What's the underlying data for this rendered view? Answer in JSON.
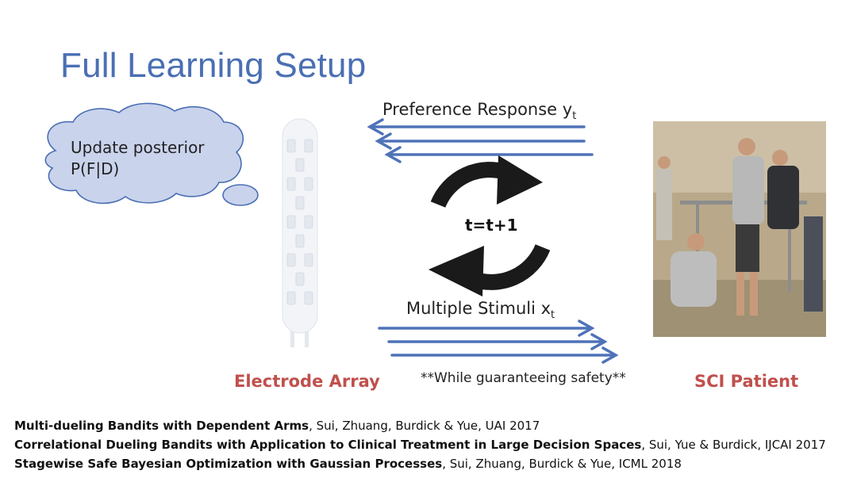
{
  "slide": {
    "title": "Full Learning Setup"
  },
  "cloud": {
    "line1": "Update posterior",
    "line2": "P(F|D)"
  },
  "arrows": {
    "top_label": "Preference Response y",
    "top_subscript": "t",
    "bottom_label": "Multiple Stimuli x",
    "bottom_subscript": "t"
  },
  "loop": {
    "label": "t=t+1"
  },
  "labels": {
    "electrode": "Electrode Array",
    "patient": "SCI Patient",
    "safety": "**While guaranteeing safety**"
  },
  "references": [
    {
      "title": "Multi-dueling Bandits with Dependent Arms",
      "rest": ", Sui, Zhuang, Burdick & Yue, UAI 2017"
    },
    {
      "title": "Correlational Dueling Bandits with Application to Clinical Treatment in Large Decision Spaces",
      "rest": ", Sui, Yue & Burdick, IJCAI 2017"
    },
    {
      "title": "Stagewise Safe Bayesian Optimization with Gaussian Processes",
      "rest": ", Sui, Zhuang, Burdick & Yue, ICML 2018"
    }
  ],
  "colors": {
    "title": "#4a6fb3",
    "arrow": "#4f72b8",
    "cloud_fill": "#c9d3ec",
    "cloud_stroke": "#4a6fb3",
    "label_red": "#c0504d"
  }
}
